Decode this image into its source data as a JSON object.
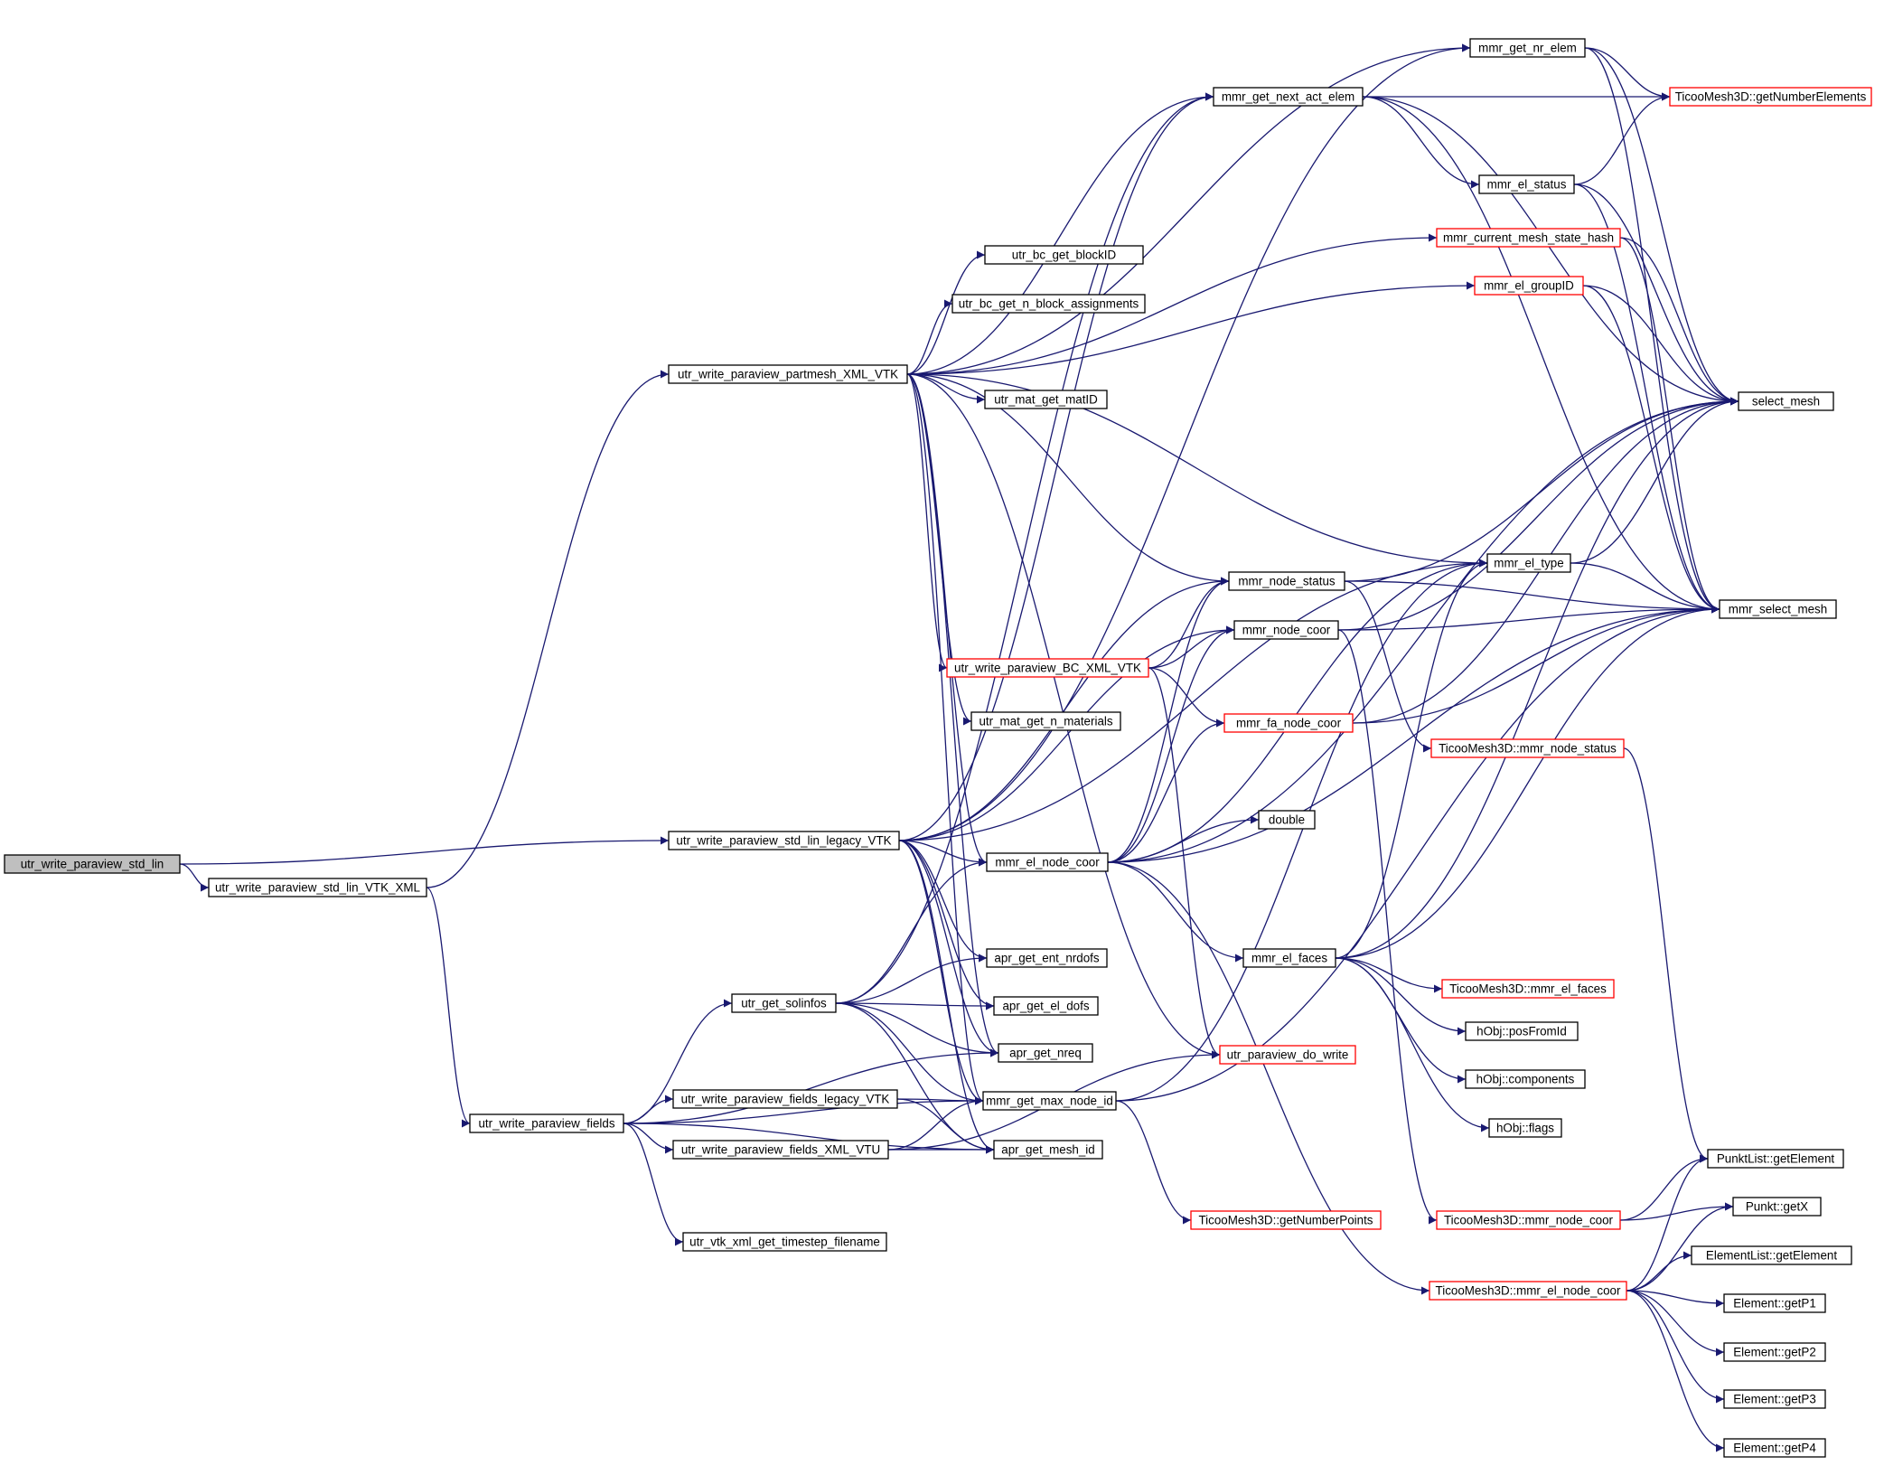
{
  "graph": {
    "nodes": [
      {
        "id": "root",
        "label": "utr_write_paraview_std_lin",
        "style": "root"
      },
      {
        "id": "vtkxml",
        "label": "utr_write_paraview_std_lin_VTK_XML",
        "style": "normal"
      },
      {
        "id": "partmesh",
        "label": "utr_write_paraview_partmesh_XML_VTK",
        "style": "normal"
      },
      {
        "id": "legacy",
        "label": "utr_write_paraview_std_lin_legacy_VTK",
        "style": "normal"
      },
      {
        "id": "fields",
        "label": "utr_write_paraview_fields",
        "style": "normal"
      },
      {
        "id": "solinfos",
        "label": "utr_get_solinfos",
        "style": "normal"
      },
      {
        "id": "fields_legacy",
        "label": "utr_write_paraview_fields_legacy_VTK",
        "style": "normal"
      },
      {
        "id": "fields_xml",
        "label": "utr_write_paraview_fields_XML_VTU",
        "style": "normal"
      },
      {
        "id": "timestep",
        "label": "utr_vtk_xml_get_timestep_filename",
        "style": "normal"
      },
      {
        "id": "blockid",
        "label": "utr_bc_get_blockID",
        "style": "normal"
      },
      {
        "id": "nblock",
        "label": "utr_bc_get_n_block_assignments",
        "style": "normal"
      },
      {
        "id": "matid",
        "label": "utr_mat_get_matID",
        "style": "normal"
      },
      {
        "id": "bcxml",
        "label": "utr_write_paraview_BC_XML_VTK",
        "style": "red"
      },
      {
        "id": "nmat",
        "label": "utr_mat_get_n_materials",
        "style": "normal"
      },
      {
        "id": "elnodecoor",
        "label": "mmr_el_node_coor",
        "style": "normal"
      },
      {
        "id": "entnrdofs",
        "label": "apr_get_ent_nrdofs",
        "style": "normal"
      },
      {
        "id": "eldofs",
        "label": "apr_get_el_dofs",
        "style": "normal"
      },
      {
        "id": "nreq",
        "label": "apr_get_nreq",
        "style": "normal"
      },
      {
        "id": "maxnode",
        "label": "mmr_get_max_node_id",
        "style": "normal"
      },
      {
        "id": "meshid",
        "label": "apr_get_mesh_id",
        "style": "normal"
      },
      {
        "id": "nextact",
        "label": "mmr_get_next_act_elem",
        "style": "normal"
      },
      {
        "id": "nrelem",
        "label": "mmr_get_nr_elem",
        "style": "normal"
      },
      {
        "id": "nodestatus",
        "label": "mmr_node_status",
        "style": "normal"
      },
      {
        "id": "nodecoor",
        "label": "mmr_node_coor",
        "style": "normal"
      },
      {
        "id": "fanodecoor",
        "label": "mmr_fa_node_coor",
        "style": "red"
      },
      {
        "id": "double",
        "label": "double",
        "style": "normal"
      },
      {
        "id": "elfaces",
        "label": "mmr_el_faces",
        "style": "normal"
      },
      {
        "id": "dowrite",
        "label": "utr_paraview_do_write",
        "style": "red"
      },
      {
        "id": "getnumpoints",
        "label": "TicooMesh3D::getNumberPoints",
        "style": "red"
      },
      {
        "id": "elstatus",
        "label": "mmr_el_status",
        "style": "normal"
      },
      {
        "id": "hash",
        "label": "mmr_current_mesh_state_hash",
        "style": "red"
      },
      {
        "id": "groupid",
        "label": "mmr_el_groupID",
        "style": "red"
      },
      {
        "id": "eltype",
        "label": "mmr_el_type",
        "style": "normal"
      },
      {
        "id": "t_nodestatus",
        "label": "TicooMesh3D::mmr_node_status",
        "style": "red"
      },
      {
        "id": "t_elfaces",
        "label": "TicooMesh3D::mmr_el_faces",
        "style": "red"
      },
      {
        "id": "posfromid",
        "label": "hObj::posFromId",
        "style": "normal"
      },
      {
        "id": "components",
        "label": "hObj::components",
        "style": "normal"
      },
      {
        "id": "flags",
        "label": "hObj::flags",
        "style": "normal"
      },
      {
        "id": "t_nodecoor",
        "label": "TicooMesh3D::mmr_node_coor",
        "style": "red"
      },
      {
        "id": "t_elnodecoor",
        "label": "TicooMesh3D::mmr_el_node_coor",
        "style": "red"
      },
      {
        "id": "getnumelem",
        "label": "TicooMesh3D::getNumberElements",
        "style": "red"
      },
      {
        "id": "selectmesh",
        "label": "select_mesh",
        "style": "normal"
      },
      {
        "id": "mmrselectmesh",
        "label": "mmr_select_mesh",
        "style": "normal"
      },
      {
        "id": "punktlist",
        "label": "PunktList::getElement",
        "style": "normal"
      },
      {
        "id": "getx",
        "label": "Punkt::getX",
        "style": "normal"
      },
      {
        "id": "ellist",
        "label": "ElementList::getElement",
        "style": "normal"
      },
      {
        "id": "getp1",
        "label": "Element::getP1",
        "style": "normal"
      },
      {
        "id": "getp2",
        "label": "Element::getP2",
        "style": "normal"
      },
      {
        "id": "getp3",
        "label": "Element::getP3",
        "style": "normal"
      },
      {
        "id": "getp4",
        "label": "Element::getP4",
        "style": "normal"
      }
    ],
    "edges": [
      [
        "root",
        "legacy"
      ],
      [
        "root",
        "vtkxml"
      ],
      [
        "vtkxml",
        "partmesh"
      ],
      [
        "vtkxml",
        "fields"
      ],
      [
        "partmesh",
        "nrelem"
      ],
      [
        "partmesh",
        "nextact"
      ],
      [
        "partmesh",
        "blockid"
      ],
      [
        "partmesh",
        "nblock"
      ],
      [
        "partmesh",
        "matid"
      ],
      [
        "partmesh",
        "hash"
      ],
      [
        "partmesh",
        "groupid"
      ],
      [
        "partmesh",
        "eltype"
      ],
      [
        "partmesh",
        "nodestatus"
      ],
      [
        "partmesh",
        "bcxml"
      ],
      [
        "partmesh",
        "nmat"
      ],
      [
        "partmesh",
        "elnodecoor"
      ],
      [
        "partmesh",
        "maxnode"
      ],
      [
        "partmesh",
        "nreq"
      ],
      [
        "partmesh",
        "dowrite"
      ],
      [
        "legacy",
        "nrelem"
      ],
      [
        "legacy",
        "nextact"
      ],
      [
        "legacy",
        "eltype"
      ],
      [
        "legacy",
        "nodestatus"
      ],
      [
        "legacy",
        "nodecoor"
      ],
      [
        "legacy",
        "elnodecoor"
      ],
      [
        "legacy",
        "entnrdofs"
      ],
      [
        "legacy",
        "eldofs"
      ],
      [
        "legacy",
        "nreq"
      ],
      [
        "legacy",
        "maxnode"
      ],
      [
        "legacy",
        "meshid"
      ],
      [
        "fields",
        "solinfos"
      ],
      [
        "fields",
        "fields_legacy"
      ],
      [
        "fields",
        "fields_xml"
      ],
      [
        "fields",
        "timestep"
      ],
      [
        "fields",
        "nreq"
      ],
      [
        "fields",
        "meshid"
      ],
      [
        "fields",
        "maxnode"
      ],
      [
        "solinfos",
        "elnodecoor"
      ],
      [
        "solinfos",
        "entnrdofs"
      ],
      [
        "solinfos",
        "eldofs"
      ],
      [
        "solinfos",
        "nreq"
      ],
      [
        "solinfos",
        "maxnode"
      ],
      [
        "solinfos",
        "meshid"
      ],
      [
        "solinfos",
        "nextact"
      ],
      [
        "fields_legacy",
        "maxnode"
      ],
      [
        "fields_legacy",
        "meshid"
      ],
      [
        "fields_xml",
        "maxnode"
      ],
      [
        "fields_xml",
        "meshid"
      ],
      [
        "fields_xml",
        "dowrite"
      ],
      [
        "bcxml",
        "nodestatus"
      ],
      [
        "bcxml",
        "nodecoor"
      ],
      [
        "bcxml",
        "fanodecoor"
      ],
      [
        "bcxml",
        "dowrite"
      ],
      [
        "elnodecoor",
        "nodecoor"
      ],
      [
        "elnodecoor",
        "fanodecoor"
      ],
      [
        "elnodecoor",
        "double"
      ],
      [
        "elnodecoor",
        "elfaces"
      ],
      [
        "elnodecoor",
        "selectmesh"
      ],
      [
        "elnodecoor",
        "mmrselectmesh"
      ],
      [
        "elnodecoor",
        "t_elnodecoor"
      ],
      [
        "elnodecoor",
        "nodestatus"
      ],
      [
        "elnodecoor",
        "eltype"
      ],
      [
        "maxnode",
        "getnumpoints"
      ],
      [
        "maxnode",
        "mmrselectmesh"
      ],
      [
        "maxnode",
        "eltype"
      ],
      [
        "nextact",
        "getnumelem"
      ],
      [
        "nextact",
        "elstatus"
      ],
      [
        "nextact",
        "selectmesh"
      ],
      [
        "nextact",
        "mmrselectmesh"
      ],
      [
        "nrelem",
        "getnumelem"
      ],
      [
        "nrelem",
        "selectmesh"
      ],
      [
        "nrelem",
        "mmrselectmesh"
      ],
      [
        "elstatus",
        "getnumelem"
      ],
      [
        "elstatus",
        "selectmesh"
      ],
      [
        "elstatus",
        "mmrselectmesh"
      ],
      [
        "hash",
        "selectmesh"
      ],
      [
        "hash",
        "mmrselectmesh"
      ],
      [
        "groupid",
        "selectmesh"
      ],
      [
        "groupid",
        "mmrselectmesh"
      ],
      [
        "eltype",
        "selectmesh"
      ],
      [
        "eltype",
        "mmrselectmesh"
      ],
      [
        "nodestatus",
        "selectmesh"
      ],
      [
        "nodestatus",
        "mmrselectmesh"
      ],
      [
        "nodestatus",
        "t_nodestatus"
      ],
      [
        "nodecoor",
        "selectmesh"
      ],
      [
        "nodecoor",
        "mmrselectmesh"
      ],
      [
        "nodecoor",
        "t_nodecoor"
      ],
      [
        "fanodecoor",
        "selectmesh"
      ],
      [
        "fanodecoor",
        "mmrselectmesh"
      ],
      [
        "elfaces",
        "eltype"
      ],
      [
        "elfaces",
        "selectmesh"
      ],
      [
        "elfaces",
        "mmrselectmesh"
      ],
      [
        "elfaces",
        "t_elfaces"
      ],
      [
        "elfaces",
        "posfromid"
      ],
      [
        "elfaces",
        "components"
      ],
      [
        "elfaces",
        "flags"
      ],
      [
        "t_nodestatus",
        "punktlist"
      ],
      [
        "t_nodecoor",
        "punktlist"
      ],
      [
        "t_nodecoor",
        "getx"
      ],
      [
        "t_elnodecoor",
        "punktlist"
      ],
      [
        "t_elnodecoor",
        "getx"
      ],
      [
        "t_elnodecoor",
        "ellist"
      ],
      [
        "t_elnodecoor",
        "getp1"
      ],
      [
        "t_elnodecoor",
        "getp2"
      ],
      [
        "t_elnodecoor",
        "getp3"
      ],
      [
        "t_elnodecoor",
        "getp4"
      ]
    ]
  }
}
